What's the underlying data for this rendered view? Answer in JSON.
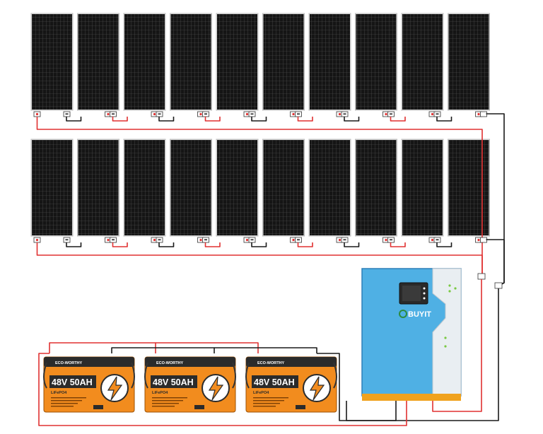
{
  "colors": {
    "wire_positive": "#e03131",
    "wire_negative": "#1a1a1a",
    "panel_cell": "#141414",
    "panel_frame": "#d9d9d9",
    "inverter_body": "#55b4e6",
    "inverter_accent": "#2d7fb8",
    "battery_body": "#f28c1e",
    "battery_top": "#2b2b2b"
  },
  "solar_array": {
    "rows": 2,
    "panels_per_row": 10
  },
  "inverter": {
    "brand": "BUYIT",
    "logo_icon": "buyit-logo-icon"
  },
  "batteries": [
    {
      "brand": "ECO-WORTHY",
      "capacity_label": "48V 50AH",
      "chemistry": "LiFePO4",
      "icon": "lightning-bolt-icon"
    },
    {
      "brand": "ECO-WORTHY",
      "capacity_label": "48V 50AH",
      "chemistry": "LiFePO4",
      "icon": "lightning-bolt-icon"
    },
    {
      "brand": "ECO-WORTHY",
      "capacity_label": "48V 50AH",
      "chemistry": "LiFePO4",
      "icon": "lightning-bolt-icon"
    }
  ]
}
